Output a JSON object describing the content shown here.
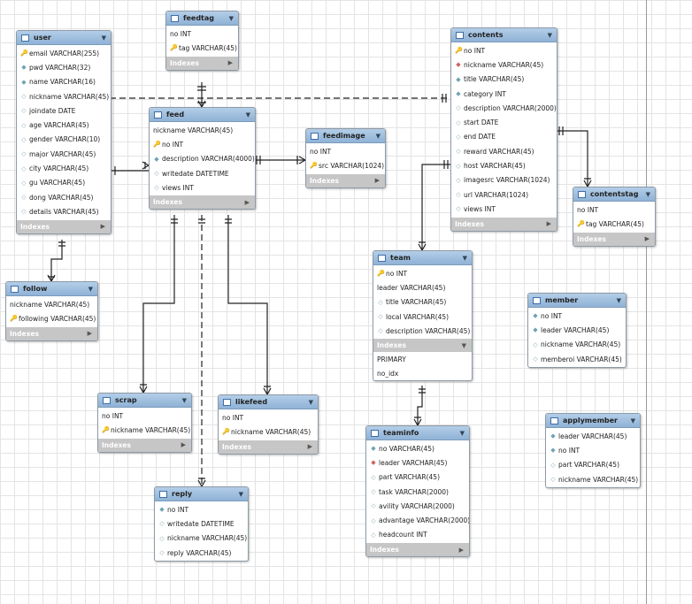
{
  "index_label": "Indexes",
  "tables": [
    {
      "id": "user",
      "name": "user",
      "columns": [
        {
          "text": "email VARCHAR(255)",
          "marker": "key"
        },
        {
          "text": "pwd VARCHAR(32)",
          "marker": "column"
        },
        {
          "text": "name VARCHAR(16)",
          "marker": "column"
        },
        {
          "text": "nickname VARCHAR(45)",
          "marker": "column-open"
        },
        {
          "text": "joindate DATE",
          "marker": "column-open"
        },
        {
          "text": "age VARCHAR(45)",
          "marker": "column-open"
        },
        {
          "text": "gender VARCHAR(10)",
          "marker": "column-open"
        },
        {
          "text": "major VARCHAR(45)",
          "marker": "column-open"
        },
        {
          "text": "city VARCHAR(45)",
          "marker": "column-open"
        },
        {
          "text": "gu VARCHAR(45)",
          "marker": "column-open"
        },
        {
          "text": "dong VARCHAR(45)",
          "marker": "column-open"
        },
        {
          "text": "details VARCHAR(45)",
          "marker": "column-open"
        }
      ],
      "indexes": [],
      "index_expanded": false
    },
    {
      "id": "feedtag",
      "name": "feedtag",
      "columns": [
        {
          "text": "no INT",
          "marker": "none"
        },
        {
          "text": "tag VARCHAR(45)",
          "marker": "key"
        }
      ],
      "indexes": [],
      "index_expanded": false
    },
    {
      "id": "feed",
      "name": "feed",
      "columns": [
        {
          "text": "nickname VARCHAR(45)",
          "marker": "none"
        },
        {
          "text": "no INT",
          "marker": "key"
        },
        {
          "text": "description VARCHAR(4000)",
          "marker": "column"
        },
        {
          "text": "writedate DATETIME",
          "marker": "column-open"
        },
        {
          "text": "views INT",
          "marker": "column-open"
        }
      ],
      "indexes": [],
      "index_expanded": false
    },
    {
      "id": "feedimage",
      "name": "feedimage",
      "columns": [
        {
          "text": "no INT",
          "marker": "none"
        },
        {
          "text": "src VARCHAR(1024)",
          "marker": "key"
        }
      ],
      "indexes": [],
      "index_expanded": false
    },
    {
      "id": "contents",
      "name": "contents",
      "columns": [
        {
          "text": "no INT",
          "marker": "key"
        },
        {
          "text": "nickname VARCHAR(45)",
          "marker": "fk"
        },
        {
          "text": "title VARCHAR(45)",
          "marker": "column"
        },
        {
          "text": "category INT",
          "marker": "column"
        },
        {
          "text": "description VARCHAR(2000)",
          "marker": "column-open"
        },
        {
          "text": "start DATE",
          "marker": "column-open"
        },
        {
          "text": "end DATE",
          "marker": "column-open"
        },
        {
          "text": "reward VARCHAR(45)",
          "marker": "column-open"
        },
        {
          "text": "host VARCHAR(45)",
          "marker": "column-open"
        },
        {
          "text": "imagesrc VARCHAR(1024)",
          "marker": "column-open"
        },
        {
          "text": "url VARCHAR(1024)",
          "marker": "column-open"
        },
        {
          "text": "views INT",
          "marker": "column-open"
        }
      ],
      "indexes": [],
      "index_expanded": false
    },
    {
      "id": "contentstag",
      "name": "contentstag",
      "columns": [
        {
          "text": "no INT",
          "marker": "none"
        },
        {
          "text": "tag VARCHAR(45)",
          "marker": "key"
        }
      ],
      "indexes": [],
      "index_expanded": false
    },
    {
      "id": "follow",
      "name": "follow",
      "columns": [
        {
          "text": "nickname VARCHAR(45)",
          "marker": "none"
        },
        {
          "text": "following VARCHAR(45)",
          "marker": "key"
        }
      ],
      "indexes": [],
      "index_expanded": false
    },
    {
      "id": "team",
      "name": "team",
      "columns": [
        {
          "text": "no INT",
          "marker": "key"
        },
        {
          "text": "leader VARCHAR(45)",
          "marker": "none"
        },
        {
          "text": "title VARCHAR(45)",
          "marker": "column-open"
        },
        {
          "text": "local VARCHAR(45)",
          "marker": "column-open"
        },
        {
          "text": "description VARCHAR(45)",
          "marker": "column-open"
        }
      ],
      "indexes": [
        "PRIMARY",
        "no_idx"
      ],
      "index_expanded": true
    },
    {
      "id": "member",
      "name": "member",
      "columns": [
        {
          "text": "no INT",
          "marker": "column"
        },
        {
          "text": "leader VARCHAR(45)",
          "marker": "column"
        },
        {
          "text": "nickname VARCHAR(45)",
          "marker": "column-open"
        },
        {
          "text": "memberoi VARCHAR(45)",
          "marker": "column-open"
        }
      ],
      "indexes": [],
      "index_expanded": null
    },
    {
      "id": "scrap",
      "name": "scrap",
      "columns": [
        {
          "text": "no INT",
          "marker": "none"
        },
        {
          "text": "nickname VARCHAR(45)",
          "marker": "key"
        }
      ],
      "indexes": [],
      "index_expanded": false
    },
    {
      "id": "likefeed",
      "name": "likefeed",
      "columns": [
        {
          "text": "no INT",
          "marker": "none"
        },
        {
          "text": "nickname VARCHAR(45)",
          "marker": "key"
        }
      ],
      "indexes": [],
      "index_expanded": false
    },
    {
      "id": "teaminfo",
      "name": "teaminfo",
      "columns": [
        {
          "text": "no VARCHAR(45)",
          "marker": "column"
        },
        {
          "text": "leader VARCHAR(45)",
          "marker": "fk"
        },
        {
          "text": "part VARCHAR(45)",
          "marker": "column-open"
        },
        {
          "text": "task VARCHAR(2000)",
          "marker": "column-open"
        },
        {
          "text": "avility VARCHAR(2000)",
          "marker": "column-open"
        },
        {
          "text": "advantage VARCHAR(2000)",
          "marker": "column-open"
        },
        {
          "text": "headcount INT",
          "marker": "column-open"
        }
      ],
      "indexes": [],
      "index_expanded": false
    },
    {
      "id": "applymember",
      "name": "applymember",
      "columns": [
        {
          "text": "leader VARCHAR(45)",
          "marker": "column"
        },
        {
          "text": "no INT",
          "marker": "column"
        },
        {
          "text": "part VARCHAR(45)",
          "marker": "column-open"
        },
        {
          "text": "nickname VARCHAR(45)",
          "marker": "column-open"
        }
      ],
      "indexes": [],
      "index_expanded": null
    },
    {
      "id": "reply",
      "name": "reply",
      "columns": [
        {
          "text": "no INT",
          "marker": "column"
        },
        {
          "text": "writedate DATETIME",
          "marker": "column-open"
        },
        {
          "text": "nickname VARCHAR(45)",
          "marker": "column-open"
        },
        {
          "text": "reply VARCHAR(45)",
          "marker": "column-open"
        }
      ],
      "indexes": [],
      "index_expanded": null
    }
  ]
}
